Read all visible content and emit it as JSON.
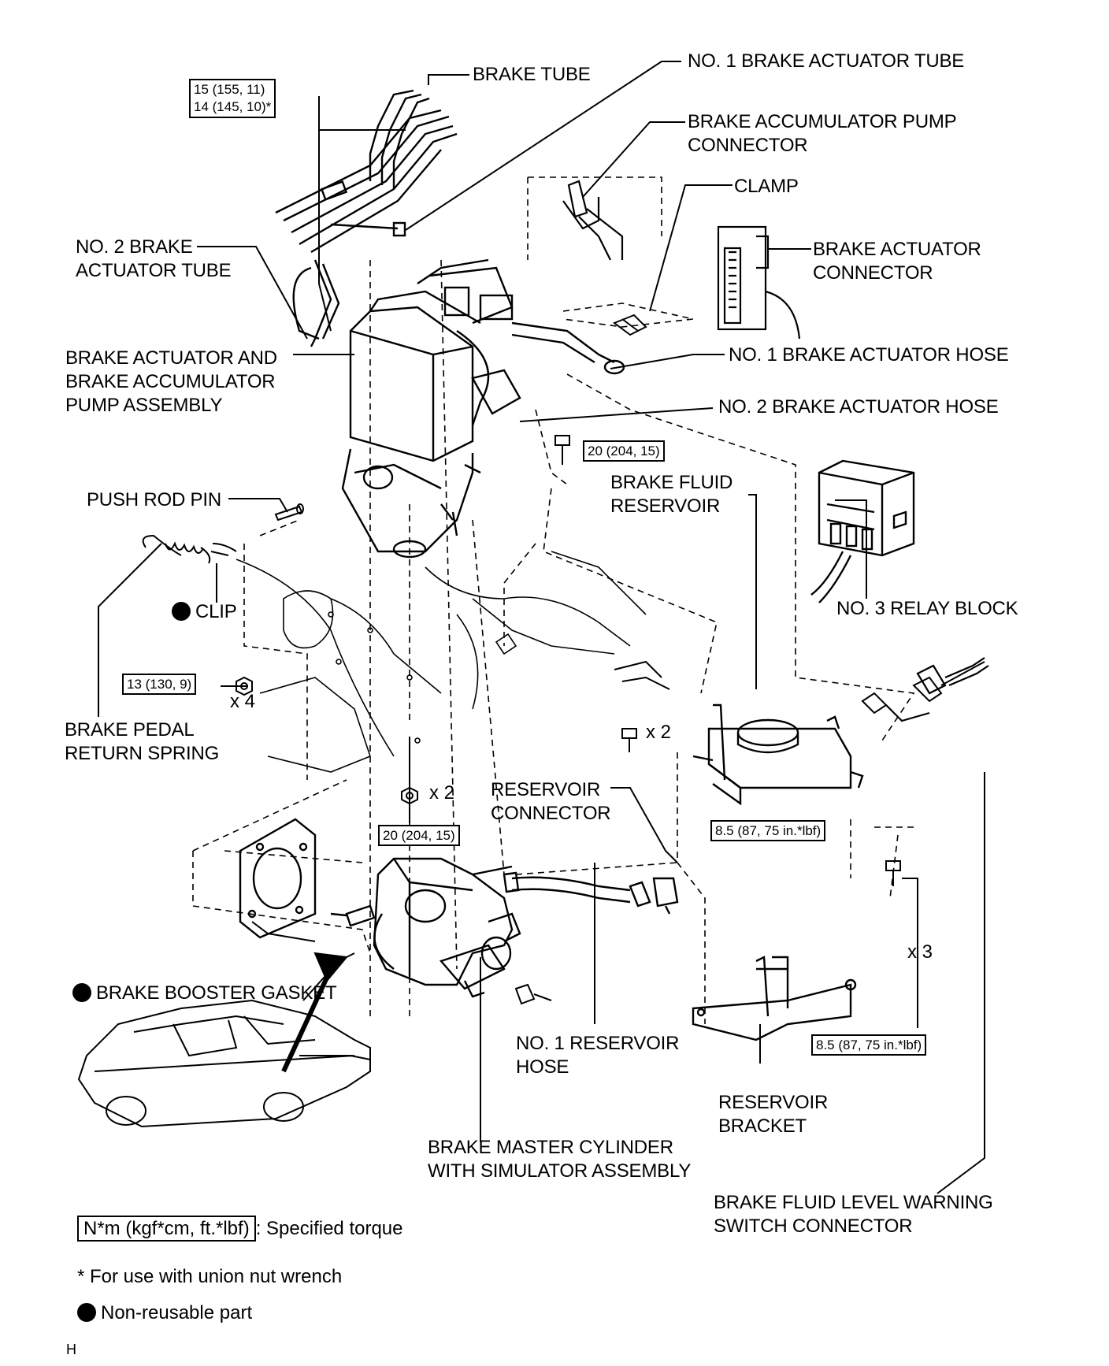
{
  "labels": {
    "brake_tube": "BRAKE TUBE",
    "no1_brake_actuator_tube": "NO. 1 BRAKE ACTUATOR TUBE",
    "brake_accumulator_pump_connector": "BRAKE ACCUMULATOR PUMP\nCONNECTOR",
    "clamp": "CLAMP",
    "no2_brake_actuator_tube": "NO. 2 BRAKE\nACTUATOR TUBE",
    "brake_actuator_connector": "BRAKE ACTUATOR\nCONNECTOR",
    "brake_actuator_and_pump_assembly": "BRAKE ACTUATOR AND\nBRAKE ACCUMULATOR\nPUMP ASSEMBLY",
    "no1_brake_actuator_hose": "NO. 1 BRAKE ACTUATOR HOSE",
    "no2_brake_actuator_hose": "NO. 2 BRAKE ACTUATOR HOSE",
    "brake_fluid_reservoir": "BRAKE FLUID\nRESERVOIR",
    "push_rod_pin": "PUSH ROD PIN",
    "clip": "CLIP",
    "no3_relay_block": "NO. 3 RELAY BLOCK",
    "brake_pedal_return_spring": "BRAKE PEDAL\nRETURN SPRING",
    "reservoir_connector": "RESERVOIR\nCONNECTOR",
    "brake_booster_gasket": "BRAKE BOOSTER GASKET",
    "no1_reservoir_hose": "NO. 1 RESERVOIR\nHOSE",
    "reservoir_bracket": "RESERVOIR\nBRACKET",
    "brake_master_cylinder": "BRAKE MASTER CYLINDER\nWITH SIMULATOR ASSEMBLY",
    "brake_fluid_level_warning_switch_connector": "BRAKE FLUID LEVEL WARNING\nSWITCH CONNECTOR"
  },
  "torques": {
    "brake_tube": "15 (155, 11)\n14 (145, 10)*",
    "actuator_bolt": "20 (204, 15)",
    "pedal_nut": "13 (130, 9)",
    "master_cylinder_nut": "20 (204, 15)",
    "reservoir_bolt": "8.5 (87, 75 in.*lbf)",
    "bracket_bolt": "8.5 (87, 75 in.*lbf)"
  },
  "multipliers": {
    "pedal_nut": "x 4",
    "master_cylinder_nut": "x 2",
    "reservoir_bolt": "x 2",
    "bracket_bolt": "x 3"
  },
  "legend": {
    "torque_units": "N*m (kgf*cm, ft.*lbf)",
    "torque_desc": ": Specified torque",
    "union_note": "* For use with union nut wrench",
    "non_reusable": "Non-reusable part"
  },
  "corner_mark": "H"
}
